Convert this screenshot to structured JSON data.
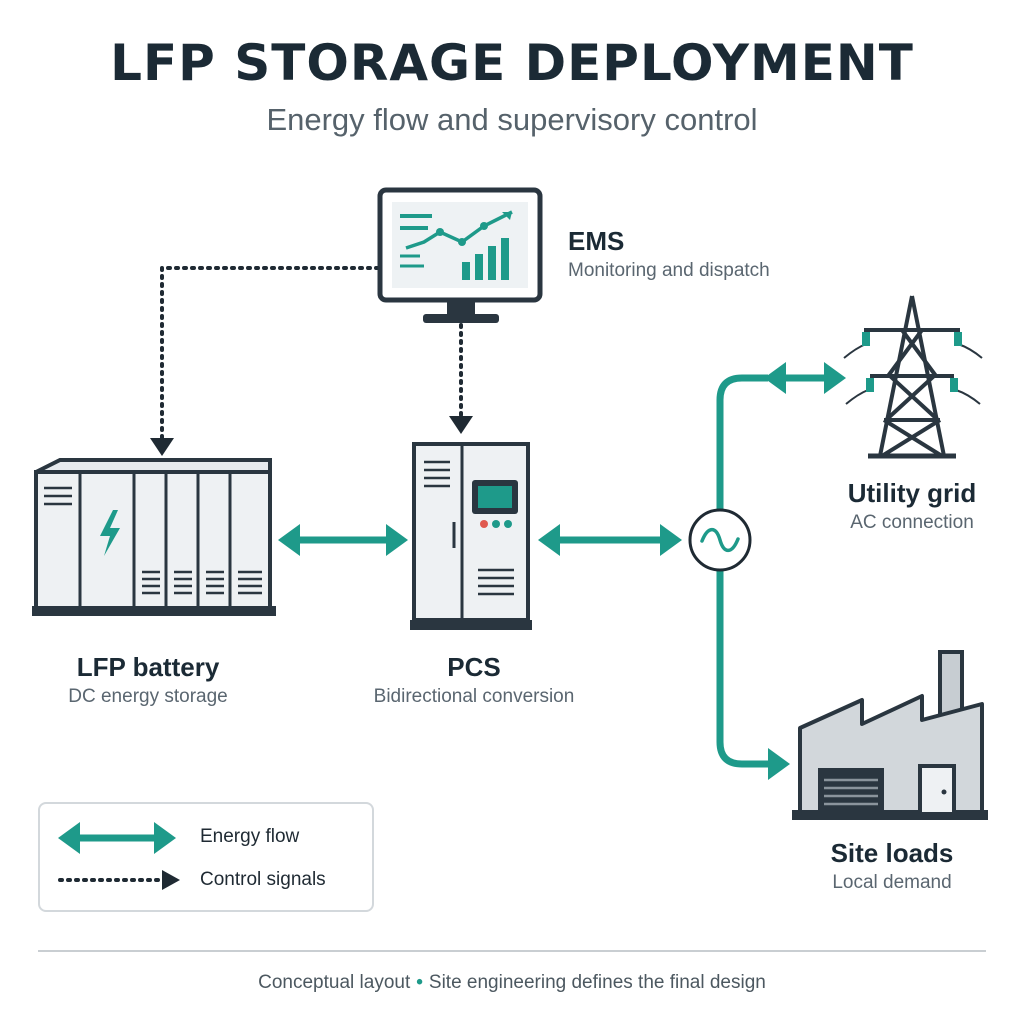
{
  "header": {
    "title": "LFP STORAGE DEPLOYMENT",
    "subtitle": "Energy flow and supervisory control"
  },
  "nodes": {
    "ems": {
      "title": "EMS",
      "subtitle": "Monitoring and dispatch",
      "icon": "monitor-chart-icon"
    },
    "battery": {
      "title": "LFP battery",
      "subtitle": "DC energy storage",
      "icon": "battery-container-icon"
    },
    "pcs": {
      "title": "PCS",
      "subtitle": "Bidirectional conversion",
      "icon": "inverter-cabinet-icon"
    },
    "grid": {
      "title": "Utility grid",
      "subtitle": "AC connection",
      "icon": "transmission-tower-icon"
    },
    "loads": {
      "title": "Site loads",
      "subtitle": "Local demand",
      "icon": "factory-icon"
    },
    "ac_bus": {
      "icon": "ac-sine-icon"
    }
  },
  "legend": {
    "energy_flow": "Energy flow",
    "control_signals": "Control signals"
  },
  "footer": {
    "left": "Conceptual layout",
    "right": "Site engineering defines the final design"
  },
  "colors": {
    "energy": "#1e9a8a",
    "control": "#1f2a33",
    "outline": "#2a3640",
    "panel": "#e6eaee"
  }
}
